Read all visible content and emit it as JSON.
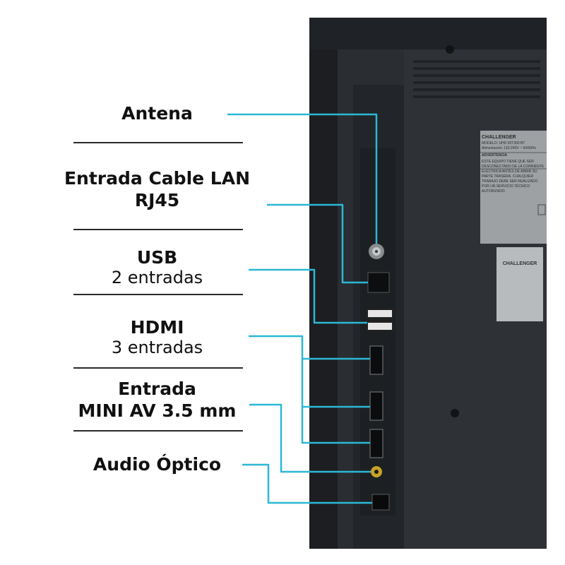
{
  "ports": [
    {
      "title": "Antena",
      "subtitle": ""
    },
    {
      "title": "Entrada Cable LAN",
      "title2": "RJ45",
      "subtitle": ""
    },
    {
      "title": "USB",
      "subtitle": "2 entradas"
    },
    {
      "title": "HDMI",
      "subtitle": "3 entradas"
    },
    {
      "title": "Entrada",
      "title2": "MINI AV 3.5 mm",
      "subtitle": ""
    },
    {
      "title": "Audio Óptico",
      "subtitle": ""
    }
  ],
  "brand": {
    "logo_text": "CHALLENGER",
    "label_lines": [
      "MODELO: UHD 50T300 BT",
      "Alimentación: 110-240V ~ 50/60Hz",
      "ADVERTENCIA"
    ],
    "warning_text": "ESTE EQUIPO TIENE QUE SER DESCONECTADO DE LA CORRIENTE ELÉCTRICA ANTES DE ABRIR SU PARTE TRASERA. CUALQUIER TRABAJO DEBE SER REALIZADO POR UN SERVICIO TÉCNICO AUTORIZADO.",
    "sticker_logo": "CHALLENGER"
  },
  "colors": {
    "callout": "#2bb8d6",
    "tv_body": "#2a2d31",
    "tv_dark": "#1a1c1f",
    "separator": "#2a2a2a"
  }
}
